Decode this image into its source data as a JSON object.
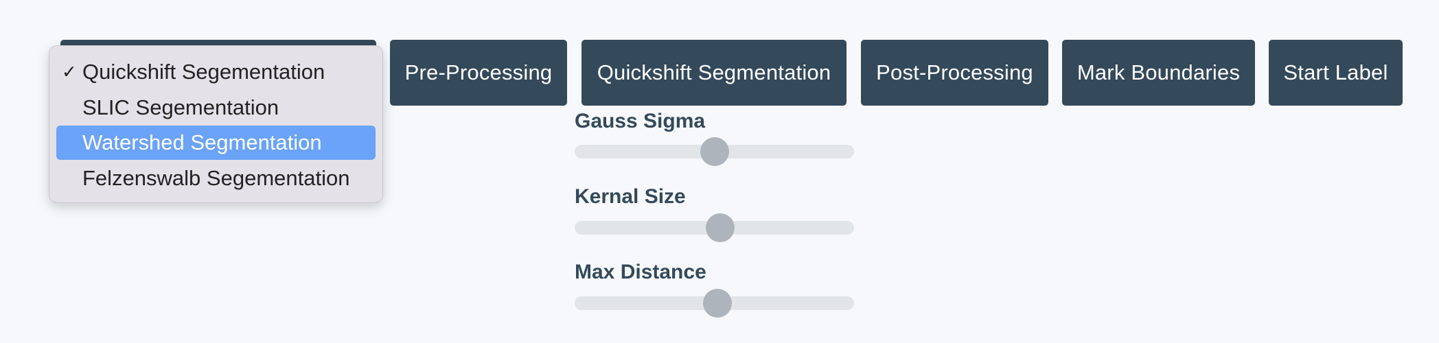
{
  "segmentation_select": {
    "options": [
      {
        "label": "Quickshift Segementation",
        "checked": true,
        "highlighted": false
      },
      {
        "label": "SLIC Segementation",
        "checked": false,
        "highlighted": false
      },
      {
        "label": "Watershed Segmentation",
        "checked": false,
        "highlighted": true
      },
      {
        "label": "Felzenswalb Segementation",
        "checked": false,
        "highlighted": false
      }
    ],
    "check_glyph": "✓"
  },
  "toolbar": {
    "pre_processing": "Pre-Processing",
    "quickshift_segmentation": "Quickshift Segmentation",
    "post_processing": "Post-Processing",
    "mark_boundaries": "Mark Boundaries",
    "start_label": "Start Label"
  },
  "sliders": [
    {
      "label": "Gauss Sigma",
      "fraction": 0.5
    },
    {
      "label": "Kernal Size",
      "fraction": 0.52
    },
    {
      "label": "Max Distance",
      "fraction": 0.51
    }
  ],
  "colors": {
    "button_bg": "#34495a",
    "highlight": "#6aa3f7",
    "page_bg": "#f6f8fb"
  }
}
